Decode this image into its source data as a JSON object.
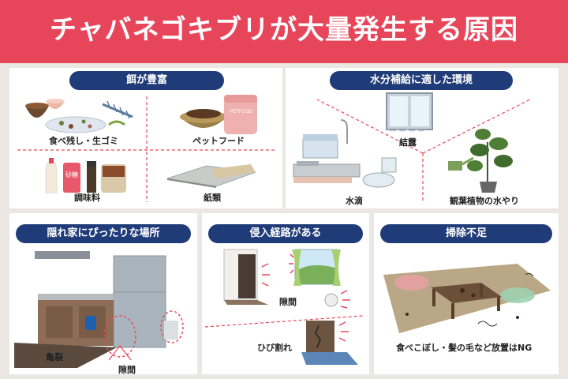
{
  "title": "チャバネゴキブリが大量発生する原因",
  "sections": {
    "food": {
      "heading": "餌が豊富",
      "items": [
        "食べ残し・生ゴミ",
        "ペットフード",
        "調味料",
        "紙類"
      ],
      "pet_food_package_text": "PETFOOD",
      "sugar_bottle_text": "砂糖"
    },
    "water": {
      "heading": "水分補給に適した環境",
      "items": [
        "結露",
        "水滴",
        "観葉植物の水やり"
      ]
    },
    "hiding": {
      "heading": "隠れ家にぴったりな場所",
      "items": [
        "亀裂",
        "隙間"
      ]
    },
    "entry": {
      "heading": "侵入経路がある",
      "items": [
        "隙間",
        "ひび割れ"
      ]
    },
    "cleaning": {
      "heading": "掃除不足",
      "items": [
        "食べこぼし・髪の毛など放置はNG"
      ]
    }
  },
  "colors": {
    "banner": "#e7465a",
    "heading_pill": "#1f3b78",
    "dashed_divider": "#e7465a",
    "background": "#ebe8e4",
    "card": "#ffffff"
  }
}
